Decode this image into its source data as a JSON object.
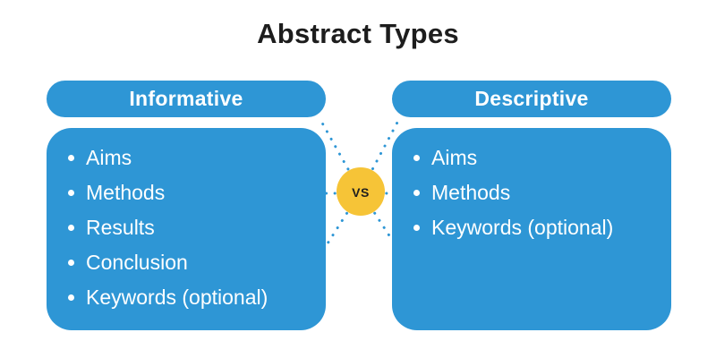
{
  "title": "Abstract Types",
  "vs_badge": {
    "label": "VS"
  },
  "colors": {
    "blue": "#2E96D5",
    "yellow": "#F6C437",
    "heading_text": "#1D1D1D",
    "item_text": "#FFFFFF"
  },
  "columns": [
    {
      "header": "Informative",
      "items": [
        "Aims",
        "Methods",
        "Results",
        "Conclusion",
        "Keywords (optional)"
      ]
    },
    {
      "header": "Descriptive",
      "items": [
        "Aims",
        "Methods",
        "Keywords (optional)"
      ]
    }
  ]
}
